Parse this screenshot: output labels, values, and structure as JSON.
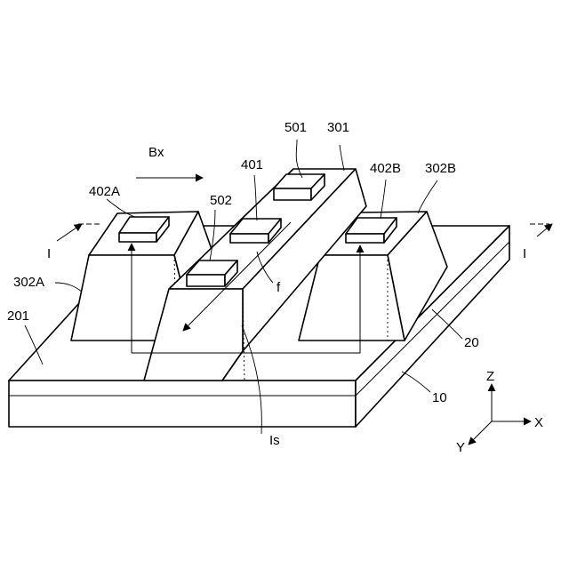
{
  "labels": {
    "l501": "501",
    "l301": "301",
    "lBx": "Bx",
    "l401": "401",
    "l402B": "402B",
    "l302B": "302B",
    "l402A": "402A",
    "l502": "502",
    "lIleft": "I",
    "lIright": "I",
    "l302A": "302A",
    "lf": "f",
    "l201": "201",
    "l20": "20",
    "l10": "10",
    "lIs": "Is",
    "lZ": "Z",
    "lX": "X",
    "lY": "Y"
  }
}
